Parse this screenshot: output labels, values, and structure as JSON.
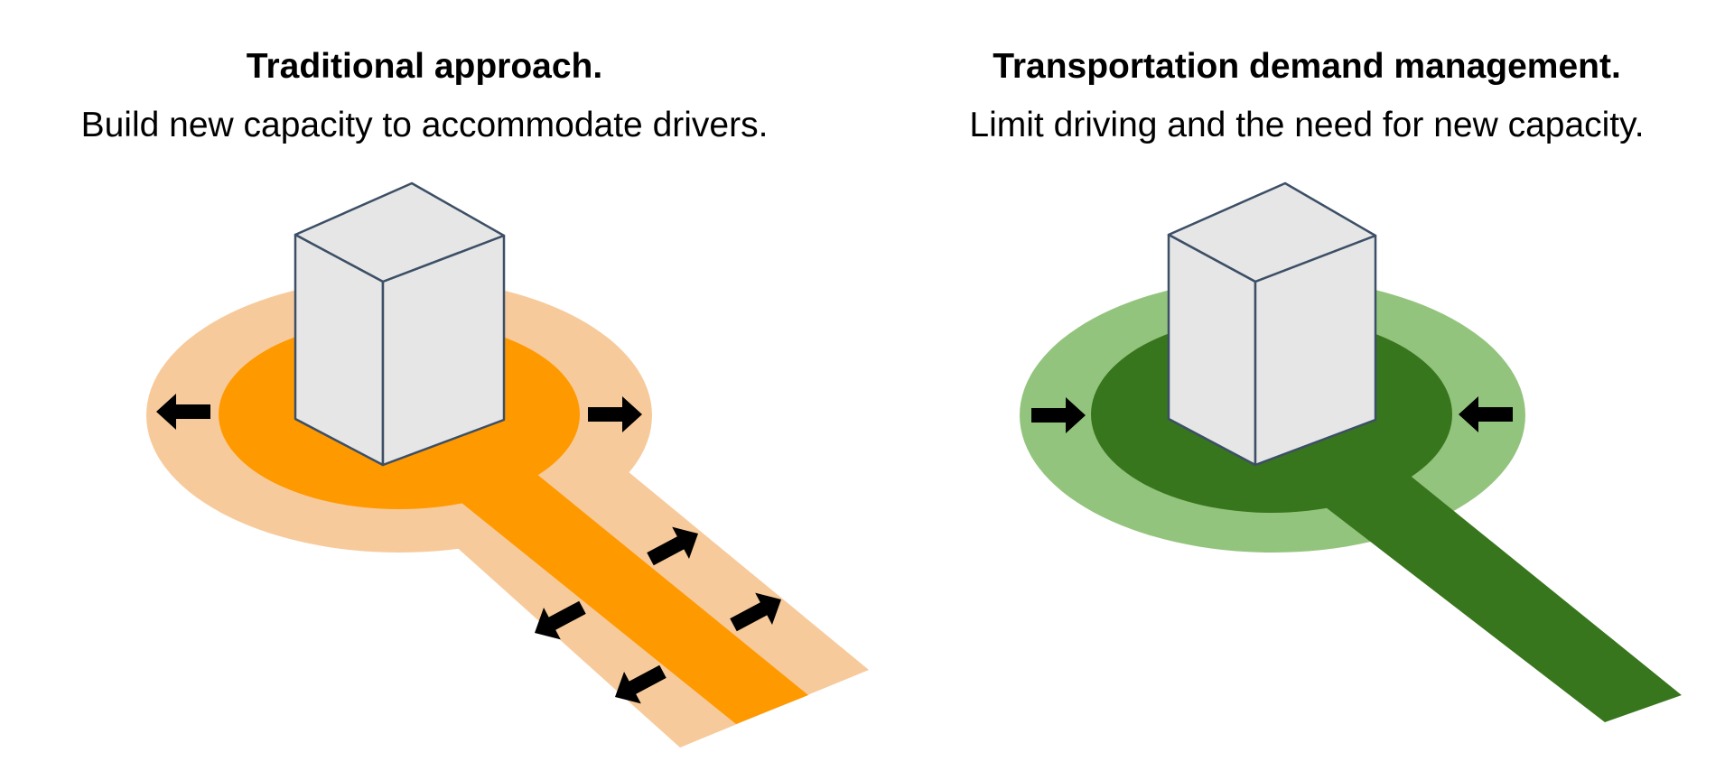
{
  "panels": {
    "traditional": {
      "title": "Traditional approach.",
      "subtitle": "Build new capacity to accommodate drivers."
    },
    "tdm": {
      "title": "Transportation demand management.",
      "subtitle": "Limit driving and the need for new capacity."
    }
  },
  "colors": {
    "traditional_outer": "#F7CA9B",
    "traditional_inner": "#FF9900",
    "tdm_outer": "#93C47D",
    "tdm_inner": "#38761D",
    "building_fill": "#E6E6E6",
    "building_stroke": "#3C4F66",
    "arrow": "#000000"
  }
}
